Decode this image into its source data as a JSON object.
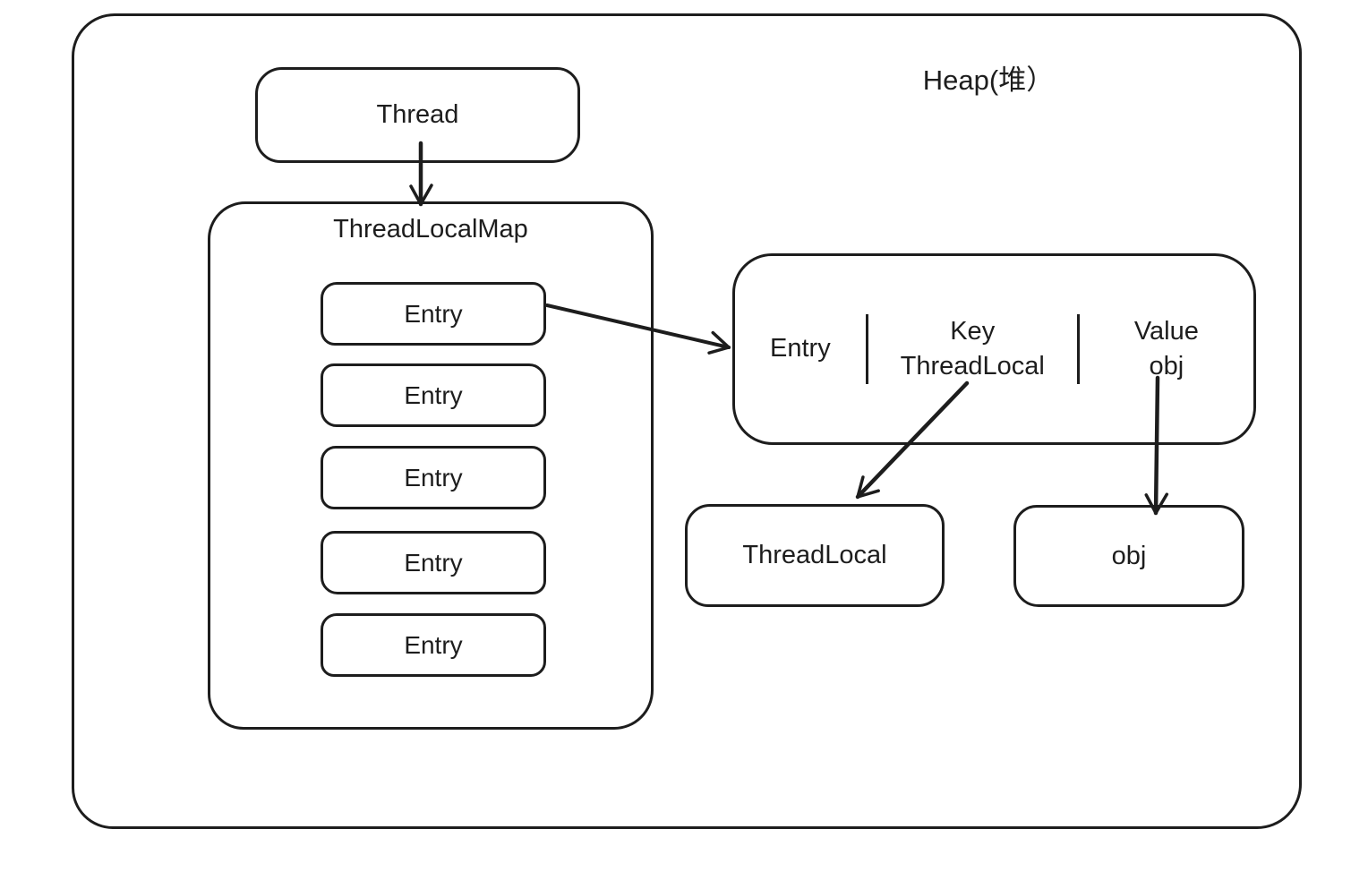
{
  "colors": {
    "stroke": "#1d1d1d",
    "background": "#ffffff"
  },
  "heap": {
    "title": "Heap(堆）"
  },
  "thread": {
    "label": "Thread"
  },
  "thread_local_map": {
    "label": "ThreadLocalMap",
    "entries": [
      {
        "label": "Entry"
      },
      {
        "label": "Entry"
      },
      {
        "label": "Entry"
      },
      {
        "label": "Entry"
      },
      {
        "label": "Entry"
      }
    ]
  },
  "entry_row": {
    "entry": {
      "label": "Entry"
    },
    "key": {
      "line1": "Key",
      "line2": "ThreadLocal"
    },
    "value": {
      "line1": "Value",
      "line2": "obj"
    }
  },
  "thread_local": {
    "label": "ThreadLocal"
  },
  "obj": {
    "label": "obj"
  }
}
